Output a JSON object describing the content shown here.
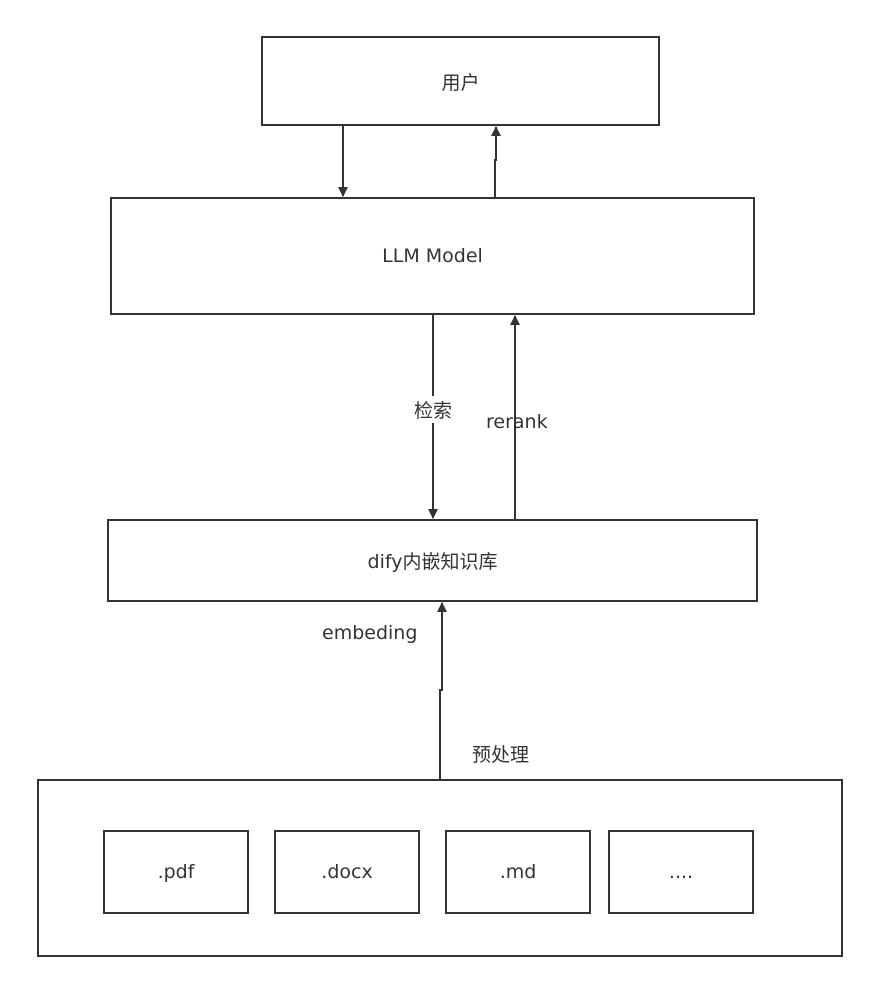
{
  "nodes": {
    "user": "用户",
    "llm": "LLM Model",
    "kb": "dify内嵌知识库",
    "files": [
      ".pdf",
      ".docx",
      ".md",
      "...."
    ]
  },
  "edges": {
    "retrieve": "检索",
    "rerank": "rerank",
    "embedding": "embeding",
    "preprocess": "预处理"
  },
  "colors": {
    "stroke": "#333333",
    "text": "#333333",
    "fill": "#ffffff"
  }
}
